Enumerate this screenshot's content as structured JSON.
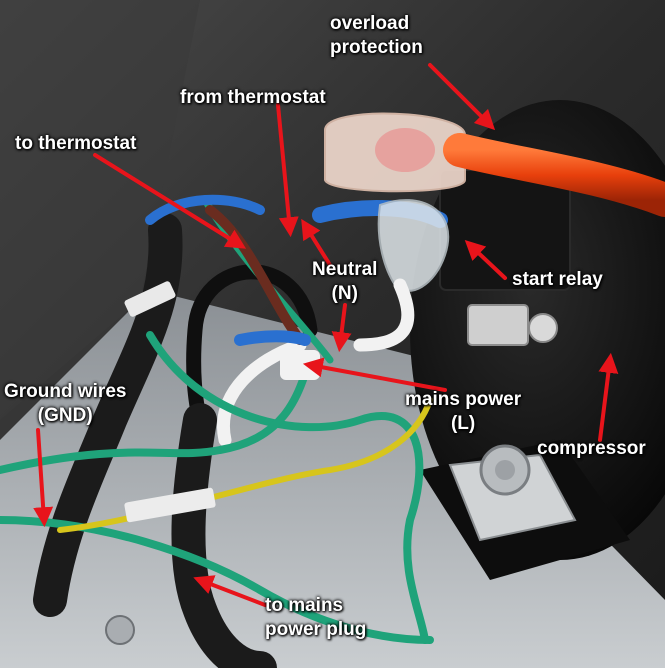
{
  "annotation_color": "#e8141b",
  "label_color": "#ffffff",
  "labels": {
    "overload_protection": [
      "overload",
      "protection"
    ],
    "from_thermostat": "from thermostat",
    "to_thermostat": "to thermostat",
    "neutral": [
      "Neutral",
      "(N)"
    ],
    "start_relay": "start relay",
    "ground_wires": [
      "Ground wires",
      "(GND)"
    ],
    "mains_power": [
      "mains power",
      "(L)"
    ],
    "compressor": "compressor",
    "to_mains_power_plug": [
      "to mains",
      "power plug"
    ]
  }
}
